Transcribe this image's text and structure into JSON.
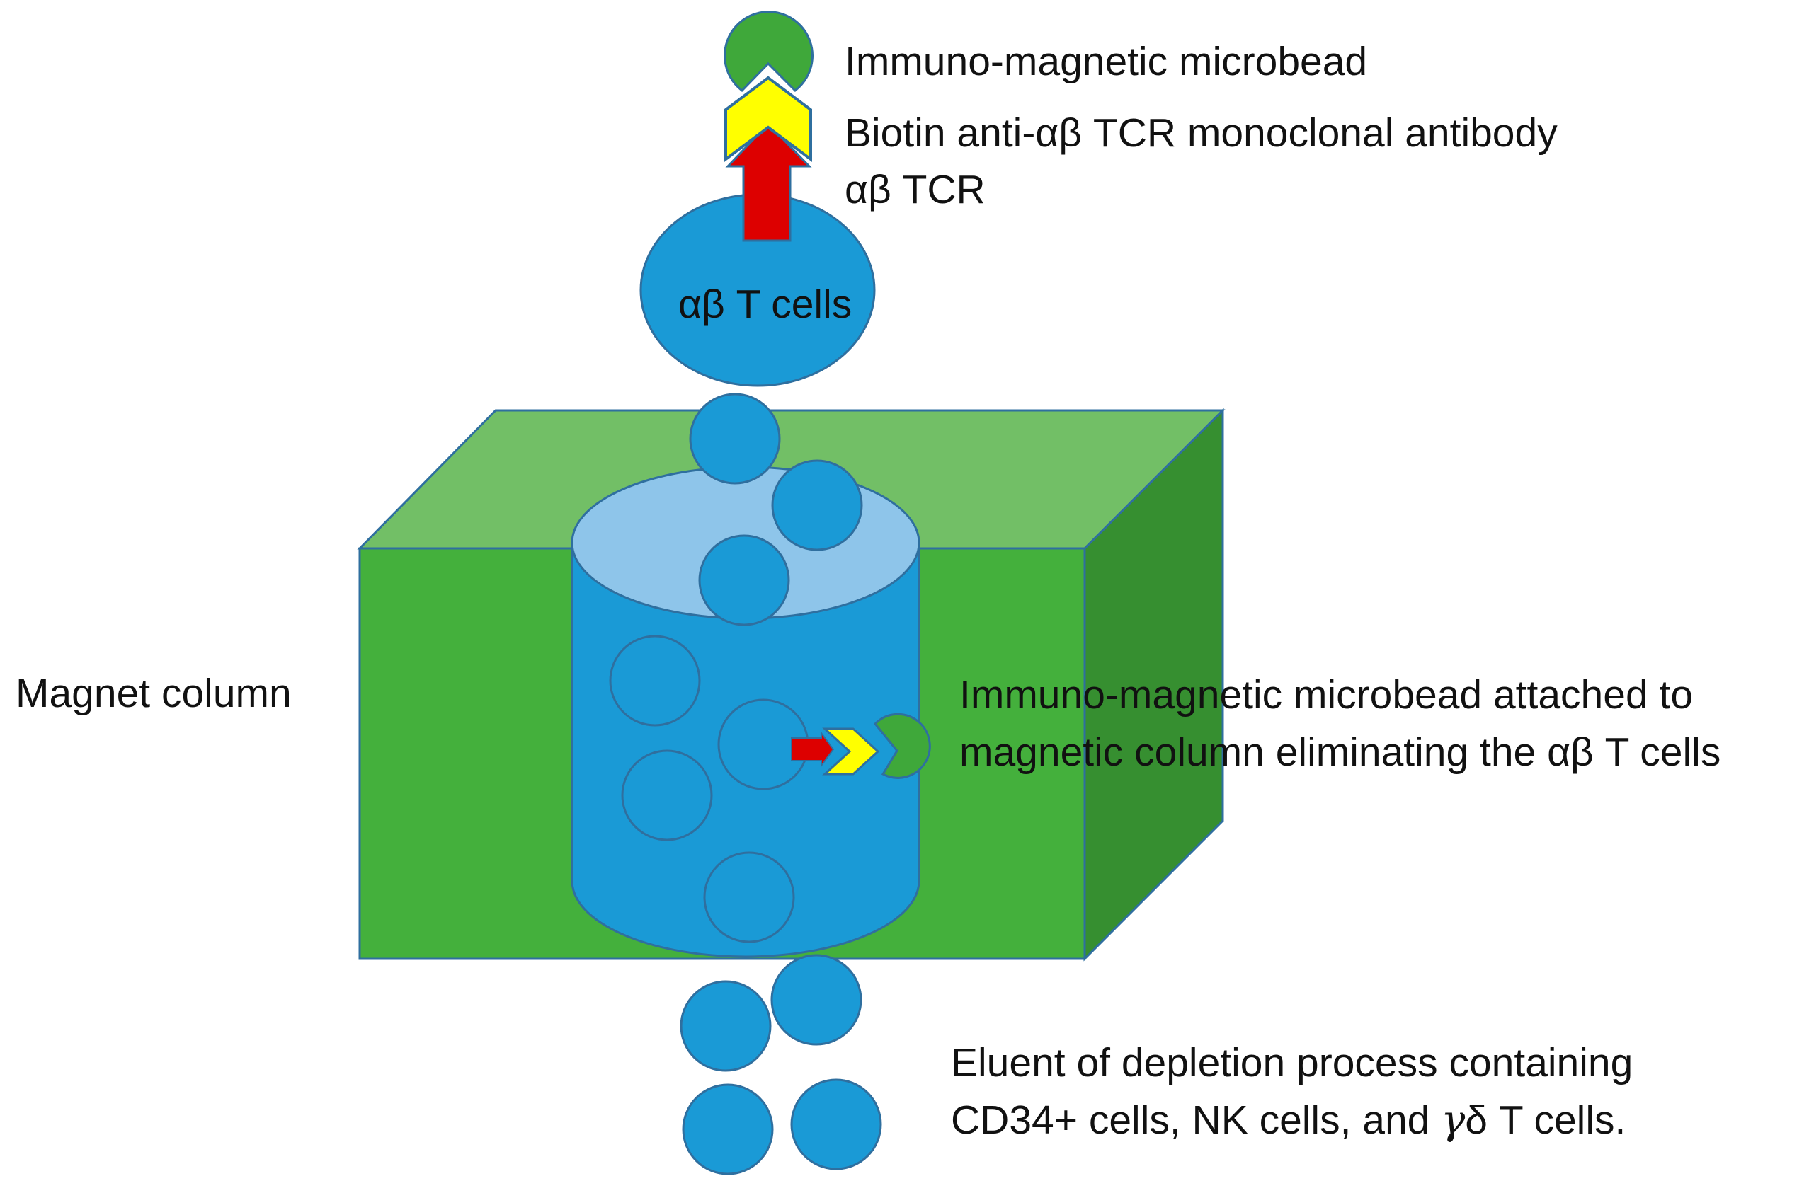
{
  "labels": {
    "microbead": "Immuno-magnetic microbead",
    "antibody": "Biotin anti-αβ TCR monoclonal antibody",
    "tcr": "αβ TCR",
    "cell": "αβ T cells",
    "column": "Magnet column",
    "attached_line1": "Immuno-magnetic microbead attached to",
    "attached_line2": "magnetic column eliminating the αβ T cells",
    "eluent_line1": "Eluent of depletion process containing",
    "eluent_line2_a": "CD34+ cells, NK cells, and ",
    "eluent_line2_gamma": "γ",
    "eluent_line2_b": "δ T cells."
  },
  "colors": {
    "cell_blue": "#1a9ad6",
    "cylinder_top": "#8ec5ea",
    "magnet_front": "#44b03c",
    "magnet_top": "#72bf66",
    "magnet_side": "#368f30",
    "bead_green": "#3fa83a",
    "antibody_yellow": "#ffff00",
    "tcr_red": "#dd0000",
    "outline": "#2f6f9f"
  },
  "icons": {
    "microbead": "pacman-bead-icon",
    "antibody": "chevron-icon",
    "receptor": "arrow-icon"
  }
}
